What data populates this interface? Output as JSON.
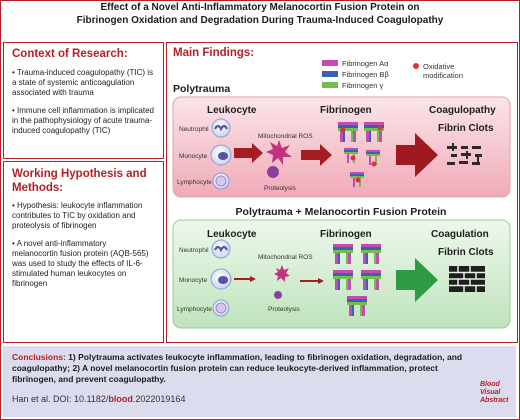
{
  "title": {
    "line1": "Effect of a Novel Anti-Inflammatory Melanocortin Fusion Protein on",
    "line2": "Fibrinogen Oxidation and Degradation During Trauma-Induced Coagulopathy"
  },
  "context": {
    "heading": "Context of Research:",
    "bullets": [
      "• Trauma-induced coagulopathy (TIC) is a state of systemic anticoagulation associated with trauma",
      "• Immune cell inflammation is implicated in the pathophysiology of acute trauma-induced coagulopathy (TIC)"
    ]
  },
  "hypothesis": {
    "heading1": "Working Hypothesis and",
    "heading2": "Methods:",
    "bullets": [
      "• Hypothesis: leukocyte inflammation contributes to TIC by oxidation and proteolysis of fibrinogen",
      "• A novel anti-inflammatory melanocortin fusion protein (AQB-565) was used to study the effects of IL-6-stimulated human leukocytes on fibrinogen"
    ]
  },
  "findings": {
    "heading": "Main Findings:",
    "legend": {
      "a": "Fibrinogen Aα",
      "b": "Fibrinogen Bβ",
      "g": "Fibrinogen γ",
      "ox1": "Oxidative",
      "ox2": "modification"
    },
    "panel1": {
      "label": "Polytrauma",
      "leukocyte": "Leukocyte",
      "fibrinogen": "Fibrinogen",
      "outcome": "Coagulopathy",
      "clots": "Fibrin Clots",
      "cells": [
        "Neutrophil",
        "Monocyte",
        "Lymphocyte"
      ],
      "ros": "Mitochondrial ROS",
      "proteolysis": "Proteolysis"
    },
    "panel2": {
      "label": "Polytrauma + Melanocortin Fusion Protein",
      "leukocyte": "Leukocyte",
      "fibrinogen": "Fibrinogen",
      "outcome": "Coagulation",
      "clots": "Fibrin Clots",
      "cells": [
        "Neutrophil",
        "Monocyte",
        "Lymphocyte"
      ],
      "ros": "Mitochondrial ROS",
      "proteolysis": "Proteolysis"
    }
  },
  "conclusions": {
    "label": "Conclusions:",
    "text": " 1) Polytrauma activates leukocyte inflammation, leading to fibrinogen oxidation, degradation, and coagulopathy; 2) A novel melanocortin fusion protein can reduce leukocyte-derived inflammation, protect fibrinogen, and prevent coagulopathy."
  },
  "citation": {
    "prefix": "Han et al. DOI: 10.1182/",
    "journal": "blood",
    "suffix": ".2022019164"
  },
  "badge": {
    "l1": "Blood",
    "l2": "Visual",
    "l3": "Abstract"
  },
  "colors": {
    "accent": "#b51f24",
    "alpha": "#c24cb0",
    "beta": "#3a5fb3",
    "gamma": "#6fbf4a",
    "ox": "#d8333a"
  }
}
